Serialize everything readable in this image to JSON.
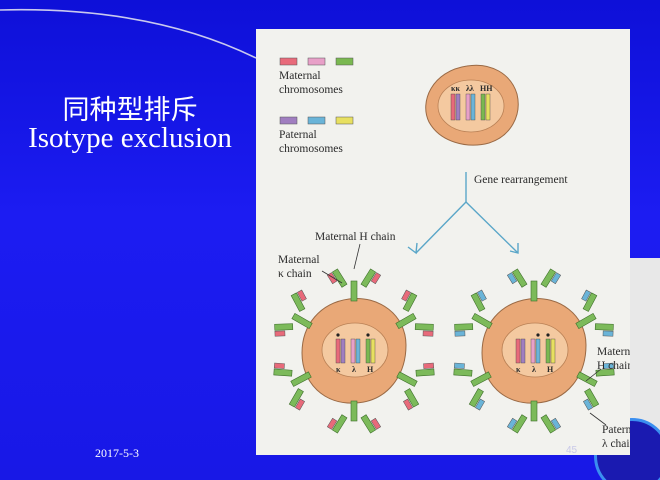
{
  "title": {
    "chinese": "同种型排斥",
    "english": "Isotype exclusion"
  },
  "footer": {
    "date": "2017-5-3",
    "page_number": "45"
  },
  "figure": {
    "legend": {
      "maternal": "Maternal chromosomes",
      "paternal": "Paternal chromosomes"
    },
    "top_cell_genes": [
      "κκ",
      "λλ",
      "HH"
    ],
    "arrow_label": "Gene rearrangement",
    "left_cell": {
      "labels": [
        "Maternal H chain",
        "Maternal κ chain"
      ],
      "genes": [
        "κ",
        "λ",
        "H"
      ]
    },
    "right_cell": {
      "labels": [
        "Maternal H chain",
        "Paternal λ chain"
      ],
      "genes": [
        "κ",
        "λ",
        "H"
      ]
    },
    "colors": {
      "maternal_kappa": "#e86a7a",
      "maternal_lambda": "#e8a0c8",
      "maternal_h": "#7ab850",
      "paternal_kappa": "#a07ec0",
      "paternal_lambda": "#6ab4d8",
      "paternal_h": "#e8e060",
      "heavy_chain": "#7cba5a",
      "cell_body": "#e9a877",
      "nucleus": "#f4c9a0"
    }
  }
}
